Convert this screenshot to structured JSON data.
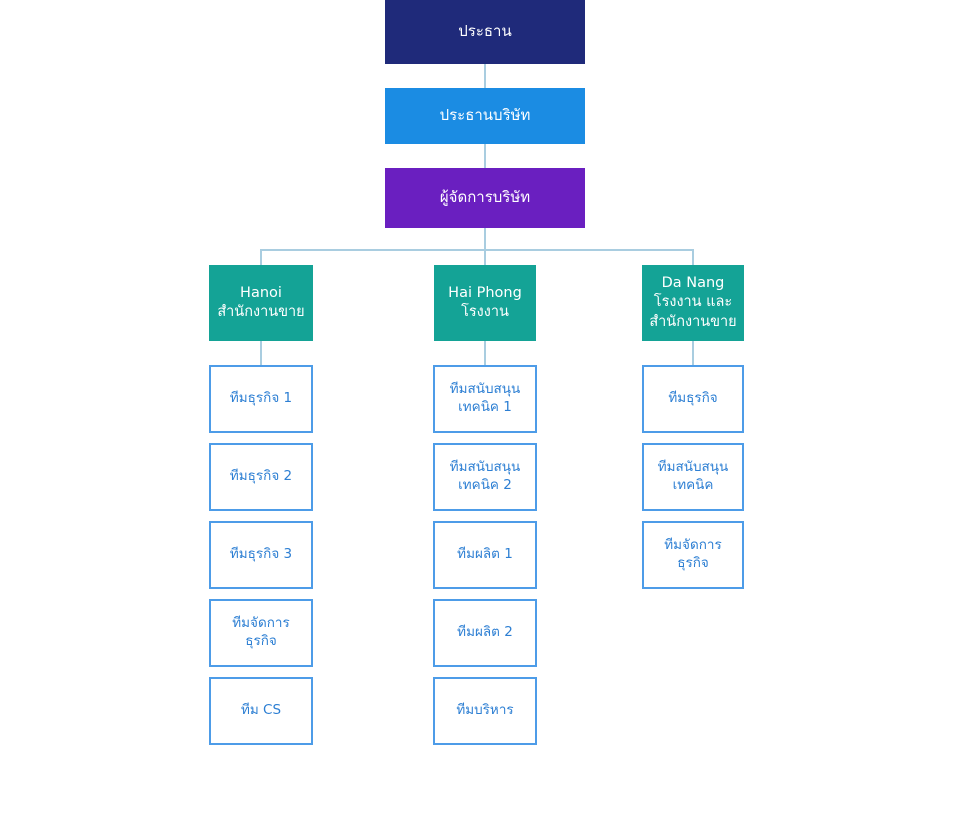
{
  "chart": {
    "type": "org-chart",
    "title": "",
    "background": "#ffffff",
    "colors": {
      "president": "#1f2a7a",
      "company_president": "#1b8ce3",
      "company_manager": "#6a1fc0",
      "department": "#14a396",
      "team_border": "#4d9ce8",
      "team_text": "#2d7fd3",
      "connector": "#a9cde0"
    }
  },
  "executives": [
    {
      "id": "president",
      "lines": [
        "ประธาน"
      ],
      "color": "#1f2a7a"
    },
    {
      "id": "company-president",
      "lines": [
        "ประธานบริษัท"
      ],
      "color": "#1b8ce3"
    },
    {
      "id": "company-manager",
      "lines": [
        "ผู้จัดการบริษัท"
      ],
      "color": "#6a1fc0"
    }
  ],
  "departments": [
    {
      "id": "hanoi",
      "lines": [
        "Hanoi",
        "สำนักงานขาย"
      ],
      "teams": [
        {
          "lines": [
            "ทีมธุรกิจ 1"
          ]
        },
        {
          "lines": [
            "ทีมธุรกิจ 2"
          ]
        },
        {
          "lines": [
            "ทีมธุรกิจ 3"
          ]
        },
        {
          "lines": [
            "ทีมจัดการ",
            "ธุรกิจ"
          ]
        },
        {
          "lines": [
            "ทีม CS"
          ]
        }
      ]
    },
    {
      "id": "hai-phong",
      "lines": [
        "Hai Phong",
        "โรงงาน"
      ],
      "teams": [
        {
          "lines": [
            "ทีมสนับสนุน",
            "เทคนิค 1"
          ]
        },
        {
          "lines": [
            "ทีมสนับสนุน",
            "เทคนิค 2"
          ]
        },
        {
          "lines": [
            "ทีมผลิต 1"
          ]
        },
        {
          "lines": [
            "ทีมผลิต 2"
          ]
        },
        {
          "lines": [
            "ทีมบริหาร"
          ]
        }
      ]
    },
    {
      "id": "da-nang",
      "lines": [
        "Da Nang",
        "โรงงาน และ",
        "สำนักงานขาย"
      ],
      "teams": [
        {
          "lines": [
            "ทีมธุรกิจ"
          ]
        },
        {
          "lines": [
            "ทีมสนับสนุน",
            "เทคนิค"
          ]
        },
        {
          "lines": [
            "ทีมจัดการ",
            "ธุรกิจ"
          ]
        }
      ]
    }
  ]
}
